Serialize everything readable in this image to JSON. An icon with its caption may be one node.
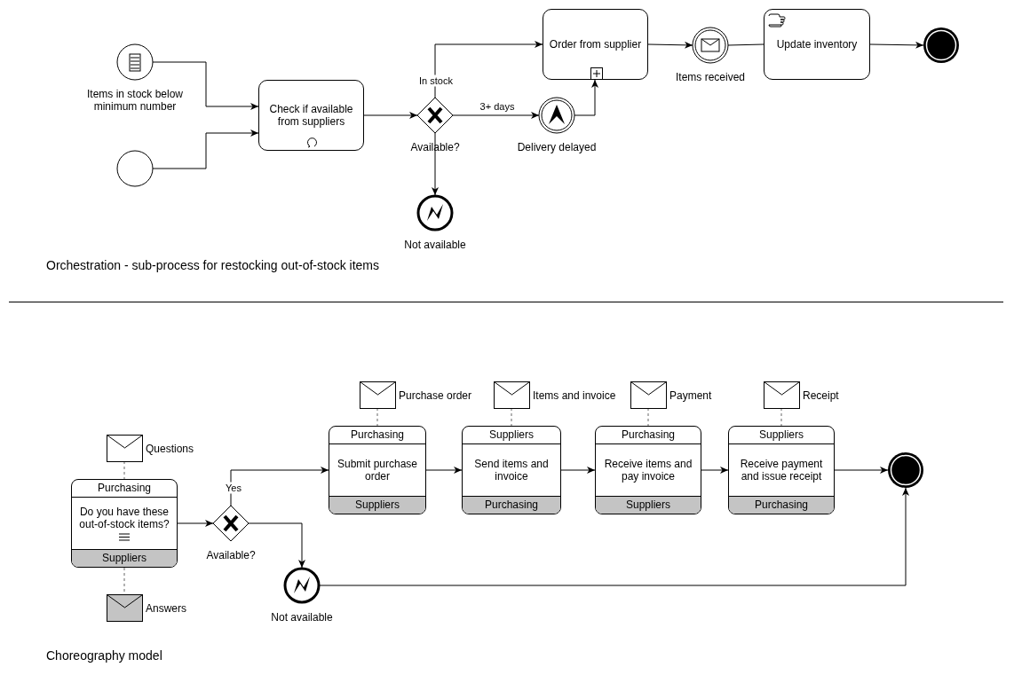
{
  "diagram": {
    "nodes": [
      {
        "text": [
          "Items in stock below minimum number"
        ]
      },
      {
        "text": [],
        "shape": "circle"
      },
      {
        "text": [
          "Check if available from suppliers"
        ]
      },
      {
        "text": [
          "Available?"
        ]
      },
      {
        "text": [
          "Order from supplier"
        ]
      },
      {
        "text": [
          "Delivery delayed"
        ]
      },
      {
        "text": [
          "Items received"
        ]
      },
      {
        "text": [
          "Update inventory"
        ]
      },
      {
        "text": [],
        "shape": "circle"
      },
      {
        "text": [
          "Not available"
        ]
      },
      {
        "text": [
          "Purchasing",
          "Do you have these out-of-stock items?",
          "Suppliers"
        ]
      },
      {
        "text": [
          "Questions"
        ]
      },
      {
        "text": [
          "Answers"
        ]
      },
      {
        "text": [
          "Available?"
        ]
      },
      {
        "text": [
          "Not available"
        ]
      },
      {
        "text": [
          "Purchasing",
          "Submit purchase order",
          "Suppliers"
        ]
      },
      {
        "text": [
          "Purchase order"
        ]
      },
      {
        "text": [
          "Suppliers",
          "Send items and invoice",
          "Purchasing"
        ]
      },
      {
        "text": [
          "Items and invoice"
        ]
      },
      {
        "text": [
          "Purchasing",
          "Receive items and pay invoice",
          "Suppliers"
        ]
      },
      {
        "text": [
          "Payment"
        ]
      },
      {
        "text": [
          "Suppliers",
          "Receive payment and issue receipt",
          "Purchasing"
        ]
      },
      {
        "text": [
          "Receipt"
        ]
      },
      {
        "text": [],
        "shape": "circle"
      }
    ],
    "edges": [
      {
        "from": 0,
        "to": 2,
        "arrow": "to"
      },
      {
        "from": 1,
        "to": 2,
        "arrow": "to"
      },
      {
        "from": 2,
        "to": 3,
        "arrow": "to"
      },
      {
        "from": 3,
        "to": 4,
        "arrow": "to",
        "label": "In stock"
      },
      {
        "from": 3,
        "to": 5,
        "arrow": "to",
        "label": "3+ days"
      },
      {
        "from": 3,
        "to": 9,
        "arrow": "to"
      },
      {
        "from": 5,
        "to": 4,
        "arrow": "to"
      },
      {
        "from": 4,
        "to": 6,
        "arrow": "to"
      },
      {
        "from": 6,
        "to": 7,
        "arrow": "none"
      },
      {
        "from": 7,
        "to": 8,
        "arrow": "to"
      },
      {
        "from": 11,
        "to": 10,
        "arrow": "none",
        "style": "dashed",
        "color": "#666666"
      },
      {
        "from": 10,
        "to": 12,
        "arrow": "none",
        "style": "dashed",
        "color": "#666666"
      },
      {
        "from": 10,
        "to": 13,
        "arrow": "to"
      },
      {
        "from": 13,
        "to": 15,
        "arrow": "to",
        "label": "Yes"
      },
      {
        "from": 13,
        "to": 14,
        "arrow": "to"
      },
      {
        "from": 16,
        "to": 15,
        "arrow": "none",
        "style": "dashed",
        "color": "#666666"
      },
      {
        "from": 15,
        "to": 17,
        "arrow": "to"
      },
      {
        "from": 18,
        "to": 17,
        "arrow": "none",
        "style": "dashed",
        "color": "#666666"
      },
      {
        "from": 17,
        "to": 19,
        "arrow": "to"
      },
      {
        "from": 20,
        "to": 19,
        "arrow": "none",
        "style": "dashed",
        "color": "#666666"
      },
      {
        "from": 19,
        "to": 21,
        "arrow": "to"
      },
      {
        "from": 22,
        "to": 21,
        "arrow": "none",
        "style": "dashed",
        "color": "#666666"
      },
      {
        "from": 21,
        "to": 23,
        "arrow": "to"
      },
      {
        "from": 14,
        "to": 23,
        "arrow": "to"
      }
    ],
    "labels": [
      "Orchestration - sub-process for restocking out-of-stock items",
      "Choreography model"
    ]
  }
}
